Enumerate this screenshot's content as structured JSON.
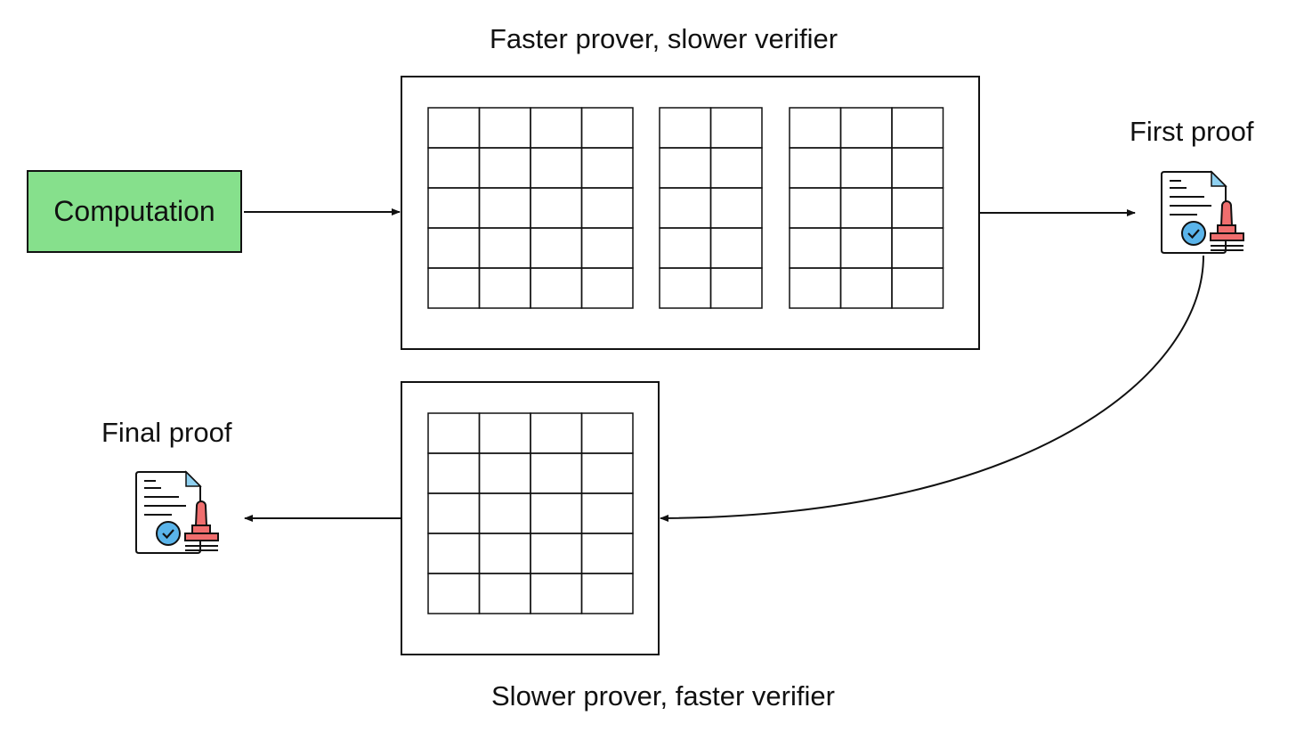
{
  "title_top": "Faster prover, slower verifier",
  "title_bottom": "Slower prover, faster verifier",
  "computation_label": "Computation",
  "first_proof_label": "First proof",
  "final_proof_label": "Final proof",
  "colors": {
    "computation_fill": "#86e08c",
    "stroke": "#111111",
    "doc_fill": "#ffffff",
    "doc_corner": "#8ed0f0",
    "check_fill": "#5ab4ea",
    "stamp_fill": "#f06e6e"
  },
  "icons": [
    "document-icon",
    "check-badge-icon",
    "stamp-icon",
    "arrow-icon"
  ],
  "prover_stages": [
    {
      "name": "fast-prover-stage",
      "tables": [
        {
          "rows": 5,
          "cols": 4
        },
        {
          "rows": 5,
          "cols": 2
        },
        {
          "rows": 5,
          "cols": 3
        }
      ]
    },
    {
      "name": "slow-prover-stage",
      "tables": [
        {
          "rows": 5,
          "cols": 4
        }
      ]
    }
  ]
}
